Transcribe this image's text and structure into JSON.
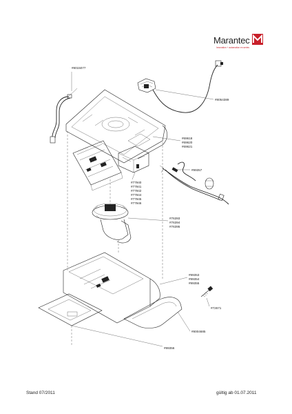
{
  "brand": {
    "name": "Marantec",
    "tagline": "Innovation + automation en series",
    "accent_color": "#c8202a"
  },
  "part_numbers": {
    "p8015077": "#8015077",
    "p8054389": "#8054389",
    "p69618": "#69618",
    "p69620": "#69620",
    "p69621": "#69621",
    "p99357": "#99357",
    "p77940": "#77940",
    "p77941": "#77941",
    "p77942": "#77942",
    "p77944": "#77944",
    "p77945": "#77945",
    "p77946": "#77946",
    "p76393": "#76393",
    "p76394": "#76394",
    "p76395": "#76395",
    "p99353": "#99353",
    "p99354": "#99354",
    "p99355": "#99355",
    "p72671": "#72671",
    "p8004685": "#8004685",
    "p99356": "#99356"
  },
  "footer": {
    "left": "Stand 07/2011",
    "right": "gültig ab 01.07.2011"
  }
}
